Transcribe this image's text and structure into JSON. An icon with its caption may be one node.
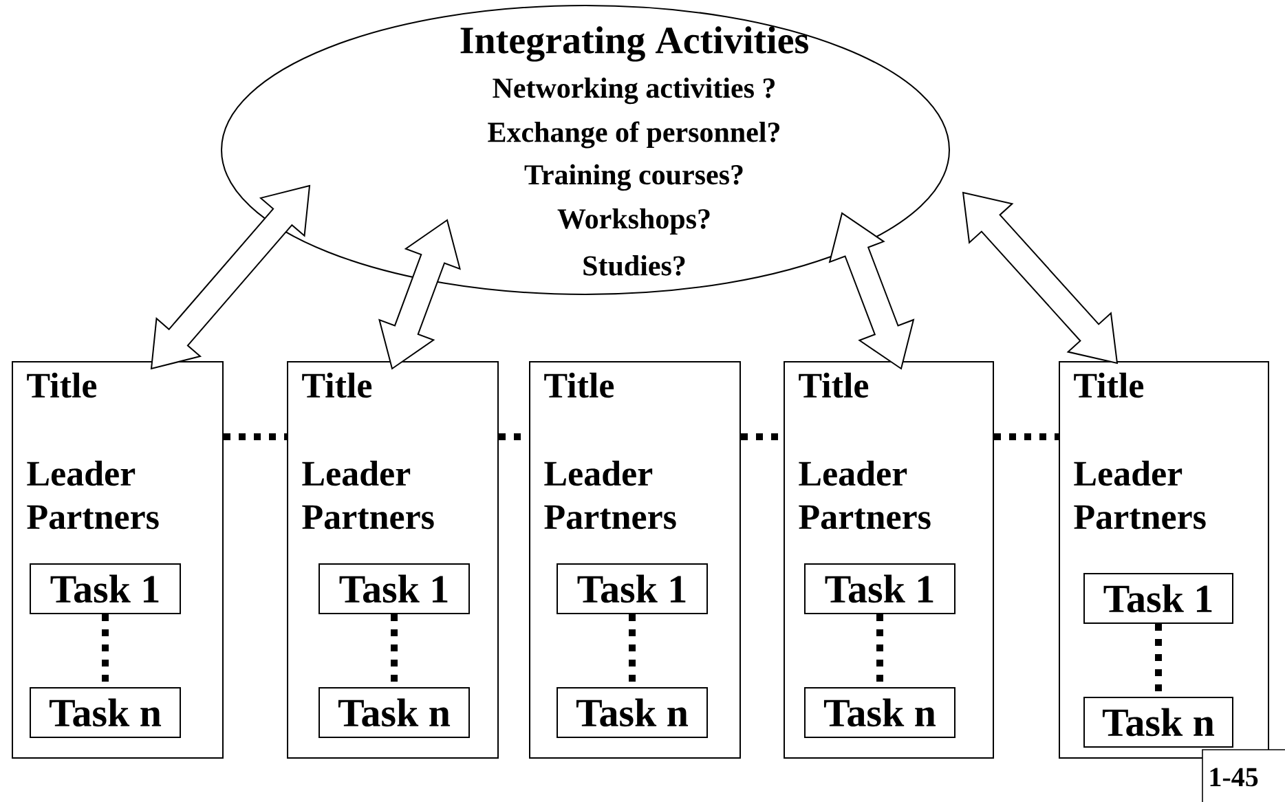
{
  "diagram": {
    "nodes": [
      {
        "text": [
          "Integrating Activities",
          "Networking activities ?",
          "Exchange of personnel?",
          "Training courses?",
          "Workshops?",
          "Studies?"
        ]
      },
      {
        "text": [
          "Title",
          "Leader",
          "Partners"
        ]
      },
      {
        "text": [
          "Task 1"
        ],
        "in": 1
      },
      {
        "text": [
          "Task n"
        ],
        "in": 1
      },
      {
        "text": [
          "Title",
          "Leader",
          "Partners"
        ]
      },
      {
        "text": [
          "Task 1"
        ],
        "in": 4
      },
      {
        "text": [
          "Task n"
        ],
        "in": 4
      },
      {
        "text": [
          "Title",
          "Leader",
          "Partners"
        ]
      },
      {
        "text": [
          "Task 1"
        ],
        "in": 7
      },
      {
        "text": [
          "Task n"
        ],
        "in": 7
      },
      {
        "text": [
          "Title",
          "Leader",
          "Partners"
        ]
      },
      {
        "text": [
          "Task 1"
        ],
        "in": 10
      },
      {
        "text": [
          "Task n"
        ],
        "in": 10
      },
      {
        "text": [
          "Title",
          "Leader",
          "Partners"
        ]
      },
      {
        "text": [
          "Task 1"
        ],
        "in": 13
      },
      {
        "text": [
          "Task n"
        ],
        "in": 13
      },
      {
        "text": [
          "1-45"
        ]
      }
    ],
    "edges": [
      {
        "from": 0,
        "to": 1,
        "arrow": "both"
      },
      {
        "from": 0,
        "to": 4,
        "arrow": "both"
      },
      {
        "from": 0,
        "to": 10,
        "arrow": "both"
      },
      {
        "from": 0,
        "to": 13,
        "arrow": "both"
      },
      {
        "from": 1,
        "to": 4,
        "arrow": "none",
        "style": "dashed"
      },
      {
        "from": 4,
        "to": 7,
        "arrow": "none",
        "style": "dashed"
      },
      {
        "from": 7,
        "to": 10,
        "arrow": "none",
        "style": "dashed"
      },
      {
        "from": 10,
        "to": 13,
        "arrow": "none",
        "style": "dashed"
      },
      {
        "from": 2,
        "to": 3,
        "arrow": "none",
        "style": "dashed"
      },
      {
        "from": 5,
        "to": 6,
        "arrow": "none",
        "style": "dashed"
      },
      {
        "from": 8,
        "to": 9,
        "arrow": "none",
        "style": "dashed"
      },
      {
        "from": 11,
        "to": 12,
        "arrow": "none",
        "style": "dashed"
      },
      {
        "from": 14,
        "to": 15,
        "arrow": "none",
        "style": "dashed"
      }
    ]
  }
}
